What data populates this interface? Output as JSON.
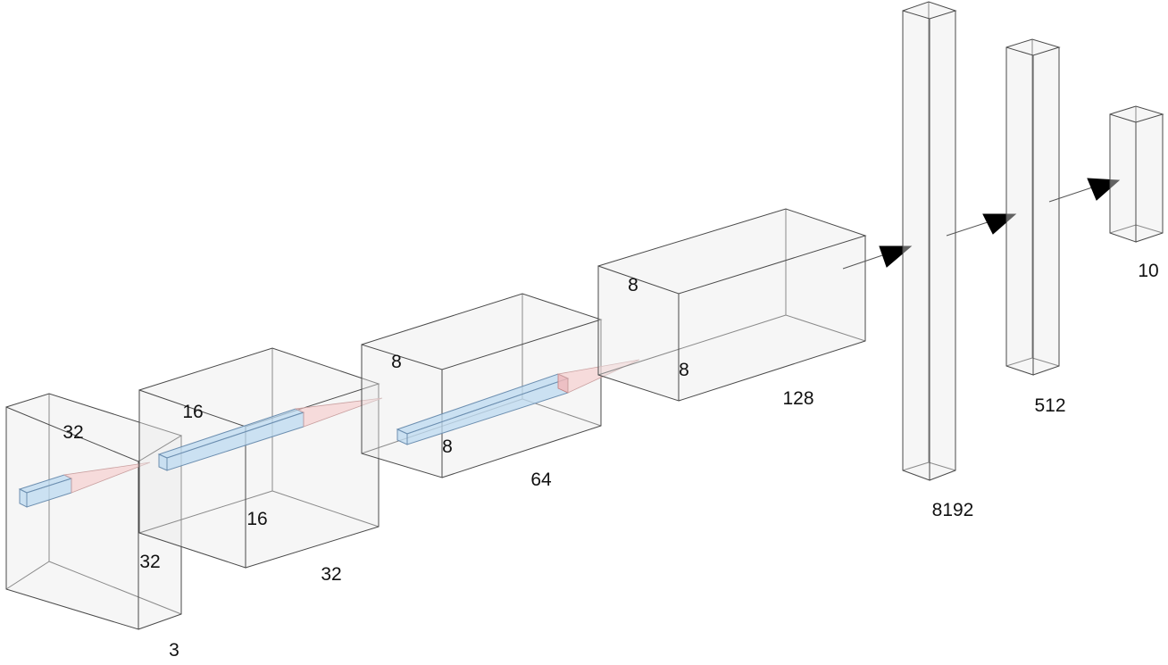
{
  "diagram": {
    "conv_layers": [
      {
        "id": "input",
        "width_label": "32",
        "height_label": "32",
        "depth_label": "3"
      },
      {
        "id": "conv1",
        "width_label": "16",
        "height_label": "16",
        "depth_label": "32"
      },
      {
        "id": "conv2",
        "width_label": "8",
        "height_label": "8",
        "depth_label": "64"
      },
      {
        "id": "conv3",
        "width_label": "8",
        "height_label": "8",
        "depth_label": "128"
      }
    ],
    "dense_layers": [
      {
        "id": "flatten",
        "size_label": "8192"
      },
      {
        "id": "fc1",
        "size_label": "512"
      },
      {
        "id": "output",
        "size_label": "10"
      }
    ],
    "colors": {
      "box_fill": "#e9e9e9",
      "box_edge": "#4a4a4a",
      "kernel_fill": "#bcd9f0",
      "cone_fill": "#f6c4c4",
      "arrow": "#000000"
    }
  }
}
